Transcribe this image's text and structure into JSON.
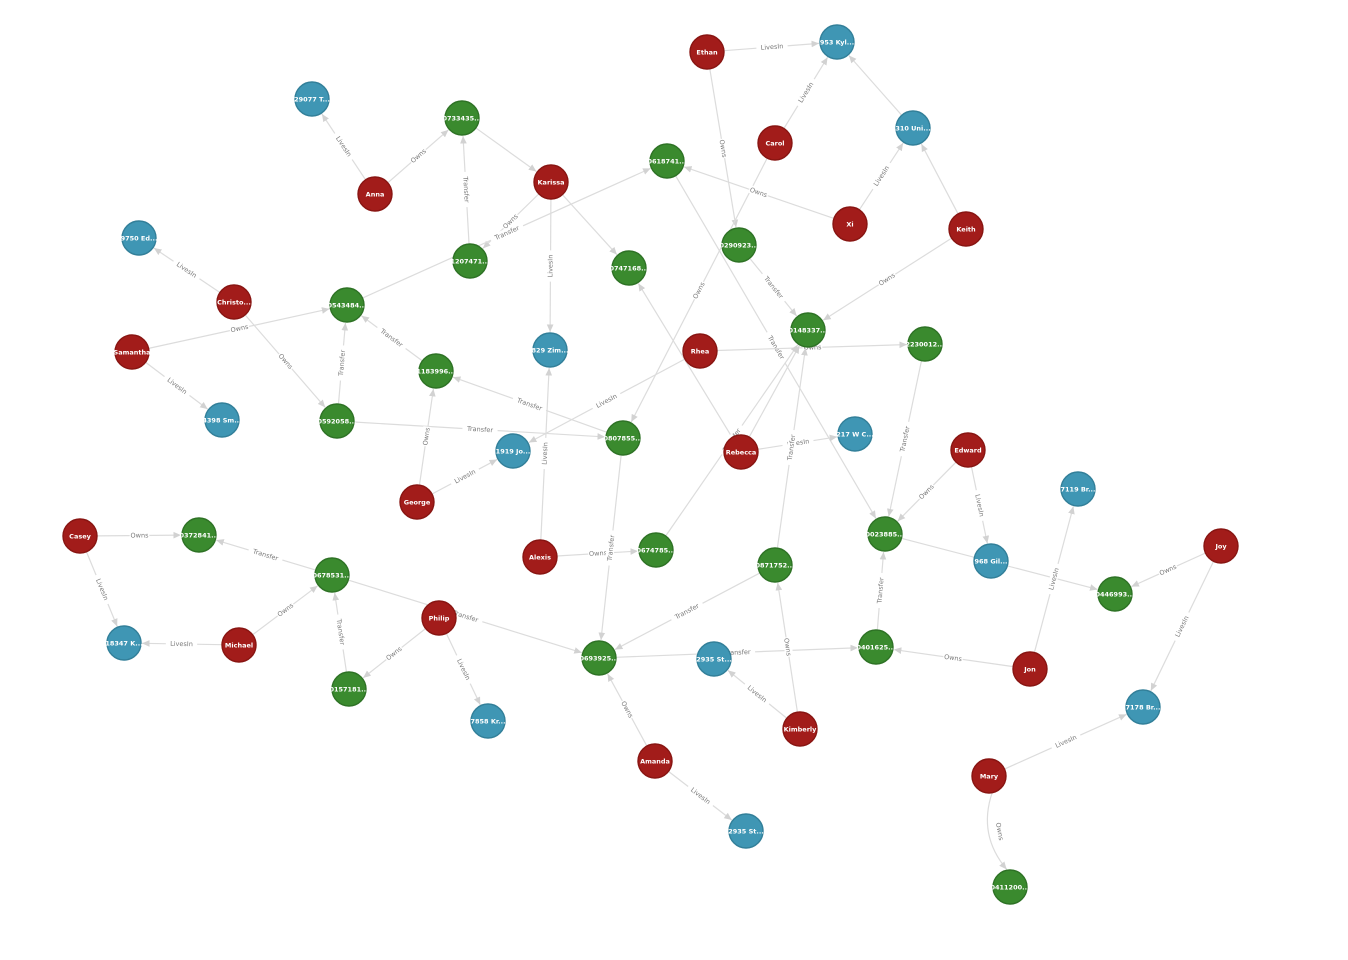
{
  "colors": {
    "person": "#a21c1a",
    "account": "#3a8a2e",
    "address": "#3f96b4",
    "person_stroke": "#881512",
    "account_stroke": "#2e7225",
    "address_stroke": "#327f99",
    "edge": "#dcdcdc",
    "edge_label": "#7a7a7a"
  },
  "nodes": [
    {
      "id": "ethan",
      "type": "person",
      "label": "Ethan"
    },
    {
      "id": "a953",
      "type": "address",
      "label": "953 Kyl..."
    },
    {
      "id": "carol",
      "type": "person",
      "label": "Carol"
    },
    {
      "id": "a310",
      "type": "address",
      "label": "310 Uni..."
    },
    {
      "id": "a29077",
      "type": "address",
      "label": "29077 T..."
    },
    {
      "id": "g0733",
      "type": "account",
      "label": "0733435..."
    },
    {
      "id": "anna",
      "type": "person",
      "label": "Anna"
    },
    {
      "id": "karissa",
      "type": "person",
      "label": "Karissa"
    },
    {
      "id": "g0618",
      "type": "account",
      "label": "0618741..."
    },
    {
      "id": "xi",
      "type": "person",
      "label": "Xi"
    },
    {
      "id": "keith",
      "type": "person",
      "label": "Keith"
    },
    {
      "id": "a9750",
      "type": "address",
      "label": "9750 Ed..."
    },
    {
      "id": "g1207",
      "type": "account",
      "label": "1207471..."
    },
    {
      "id": "g0290",
      "type": "account",
      "label": "0290923..."
    },
    {
      "id": "g0747",
      "type": "account",
      "label": "0747168..."
    },
    {
      "id": "christo",
      "type": "person",
      "label": "Christo..."
    },
    {
      "id": "g0543",
      "type": "account",
      "label": "0543484..."
    },
    {
      "id": "samantha",
      "type": "person",
      "label": "Samantha"
    },
    {
      "id": "g0148",
      "type": "account",
      "label": "0148337..."
    },
    {
      "id": "g2230",
      "type": "account",
      "label": "2230012..."
    },
    {
      "id": "a829",
      "type": "address",
      "label": "829 Zim..."
    },
    {
      "id": "rhea",
      "type": "person",
      "label": "Rhea"
    },
    {
      "id": "g1183",
      "type": "account",
      "label": "1183996..."
    },
    {
      "id": "a4398",
      "type": "address",
      "label": "4398 Sm..."
    },
    {
      "id": "g0592",
      "type": "account",
      "label": "0592058..."
    },
    {
      "id": "g0807",
      "type": "account",
      "label": "0807855..."
    },
    {
      "id": "a1919",
      "type": "address",
      "label": "1919 Jo..."
    },
    {
      "id": "rebecca",
      "type": "person",
      "label": "Rebecca"
    },
    {
      "id": "a217",
      "type": "address",
      "label": "217 W C..."
    },
    {
      "id": "edward",
      "type": "person",
      "label": "Edward"
    },
    {
      "id": "a7119",
      "type": "address",
      "label": "7119 Br..."
    },
    {
      "id": "george",
      "type": "person",
      "label": "George"
    },
    {
      "id": "g0023",
      "type": "account",
      "label": "0023885..."
    },
    {
      "id": "casey",
      "type": "person",
      "label": "Casey"
    },
    {
      "id": "g0372",
      "type": "account",
      "label": "0372841..."
    },
    {
      "id": "alexis",
      "type": "person",
      "label": "Alexis"
    },
    {
      "id": "g0674",
      "type": "account",
      "label": "0674785..."
    },
    {
      "id": "g0871",
      "type": "account",
      "label": "0871752..."
    },
    {
      "id": "a968",
      "type": "address",
      "label": "968 Gil..."
    },
    {
      "id": "joy",
      "type": "person",
      "label": "Joy"
    },
    {
      "id": "g0678",
      "type": "account",
      "label": "0678531..."
    },
    {
      "id": "g0446",
      "type": "account",
      "label": "0446993..."
    },
    {
      "id": "a18347",
      "type": "address",
      "label": "18347 K..."
    },
    {
      "id": "michael",
      "type": "person",
      "label": "Michael"
    },
    {
      "id": "philip",
      "type": "person",
      "label": "Philip"
    },
    {
      "id": "g0693",
      "type": "account",
      "label": "0693925..."
    },
    {
      "id": "a2935a",
      "type": "address",
      "label": "2935 St..."
    },
    {
      "id": "g0401",
      "type": "account",
      "label": "0401625..."
    },
    {
      "id": "jon",
      "type": "person",
      "label": "Jon"
    },
    {
      "id": "g0157",
      "type": "account",
      "label": "0157181..."
    },
    {
      "id": "a7858",
      "type": "address",
      "label": "7858 Kr..."
    },
    {
      "id": "a7178",
      "type": "address",
      "label": "7178 Br..."
    },
    {
      "id": "kimberly",
      "type": "person",
      "label": "Kimberly"
    },
    {
      "id": "amanda",
      "type": "person",
      "label": "Amanda"
    },
    {
      "id": "mary",
      "type": "person",
      "label": "Mary"
    },
    {
      "id": "a2935b",
      "type": "address",
      "label": "2935 St..."
    },
    {
      "id": "g0411",
      "type": "account",
      "label": "0411200..."
    }
  ],
  "edges": [
    {
      "s": "ethan",
      "t": "a953",
      "label": "LivesIn"
    },
    {
      "s": "ethan",
      "t": "g0290",
      "label": "Owns"
    },
    {
      "s": "carol",
      "t": "a953",
      "label": "LivesIn"
    },
    {
      "s": "carol",
      "t": "g0807",
      "label": "Owns"
    },
    {
      "s": "a310",
      "t": "a953",
      "label": ""
    },
    {
      "s": "xi",
      "t": "a310",
      "label": "LivesIn"
    },
    {
      "s": "keith",
      "t": "a310",
      "label": ""
    },
    {
      "s": "anna",
      "t": "a29077",
      "label": "LivesIn"
    },
    {
      "s": "anna",
      "t": "g0733",
      "label": "Owns"
    },
    {
      "s": "g1207",
      "t": "g0733",
      "label": "Transfer"
    },
    {
      "s": "g0733",
      "t": "karissa",
      "label": ""
    },
    {
      "s": "karissa",
      "t": "g1207",
      "label": "Owns"
    },
    {
      "s": "karissa",
      "t": "a829",
      "label": "LivesIn"
    },
    {
      "s": "karissa",
      "t": "g0747",
      "label": ""
    },
    {
      "s": "xi",
      "t": "g0618",
      "label": "Owns"
    },
    {
      "s": "g0618",
      "t": "g0023",
      "label": "Transfer"
    },
    {
      "s": "g0543",
      "t": "g0618",
      "label": "Transfer"
    },
    {
      "s": "g0290",
      "t": "g0148",
      "label": "Transfer"
    },
    {
      "s": "keith",
      "t": "g0148",
      "label": "Owns"
    },
    {
      "s": "rebecca",
      "t": "g0747",
      "label": ""
    },
    {
      "s": "christo",
      "t": "a9750",
      "label": "LivesIn"
    },
    {
      "s": "christo",
      "t": "g0592",
      "label": "Owns"
    },
    {
      "s": "samantha",
      "t": "g0543",
      "label": "Owns"
    },
    {
      "s": "samantha",
      "t": "a4398",
      "label": "LivesIn"
    },
    {
      "s": "g0592",
      "t": "g0543",
      "label": "Transfer"
    },
    {
      "s": "g1183",
      "t": "g0543",
      "label": "Transfer"
    },
    {
      "s": "g0592",
      "t": "g0807",
      "label": "Transfer"
    },
    {
      "s": "g0807",
      "t": "g1183",
      "label": "Transfer"
    },
    {
      "s": "rhea",
      "t": "a1919",
      "label": "LivesIn"
    },
    {
      "s": "rhea",
      "t": "g2230",
      "label": "Owns"
    },
    {
      "s": "george",
      "t": "g1183",
      "label": "Owns"
    },
    {
      "s": "george",
      "t": "a1919",
      "label": "LivesIn"
    },
    {
      "s": "rebecca",
      "t": "g0148",
      "label": ""
    },
    {
      "s": "rebecca",
      "t": "a217",
      "label": "LivesIn"
    },
    {
      "s": "g0871",
      "t": "g0148",
      "label": "Transfer"
    },
    {
      "s": "g2230",
      "t": "g0023",
      "label": "Transfer"
    },
    {
      "s": "edward",
      "t": "g0023",
      "label": "Owns"
    },
    {
      "s": "edward",
      "t": "a968",
      "label": "LivesIn"
    },
    {
      "s": "g0023",
      "t": "g0446",
      "label": ""
    },
    {
      "s": "casey",
      "t": "g0372",
      "label": "Owns"
    },
    {
      "s": "casey",
      "t": "a18347",
      "label": "LivesIn"
    },
    {
      "s": "g0678",
      "t": "g0372",
      "label": "Transfer"
    },
    {
      "s": "michael",
      "t": "a18347",
      "label": "LivesIn"
    },
    {
      "s": "michael",
      "t": "g0678",
      "label": "Owns"
    },
    {
      "s": "g0157",
      "t": "g0678",
      "label": "Transfer"
    },
    {
      "s": "g0678",
      "t": "g0693",
      "label": "Transfer"
    },
    {
      "s": "philip",
      "t": "g0157",
      "label": "Owns"
    },
    {
      "s": "philip",
      "t": "a7858",
      "label": "LivesIn"
    },
    {
      "s": "alexis",
      "t": "a829",
      "label": "LivesIn"
    },
    {
      "s": "alexis",
      "t": "g0674",
      "label": "Owns"
    },
    {
      "s": "g0807",
      "t": "g0693",
      "label": "Transfer"
    },
    {
      "s": "g0674",
      "t": "g0148",
      "label": "Transfer"
    },
    {
      "s": "g0871",
      "t": "g0693",
      "label": "Transfer"
    },
    {
      "s": "g0693",
      "t": "g0401",
      "label": "Transfer"
    },
    {
      "s": "kimberly",
      "t": "g0871",
      "label": "Owns"
    },
    {
      "s": "kimberly",
      "t": "a2935a",
      "label": "LivesIn"
    },
    {
      "s": "g0401",
      "t": "g0023",
      "label": "Transfer"
    },
    {
      "s": "jon",
      "t": "g0401",
      "label": "Owns"
    },
    {
      "s": "jon",
      "t": "a7119",
      "label": "LivesIn"
    },
    {
      "s": "joy",
      "t": "g0446",
      "label": "Owns"
    },
    {
      "s": "joy",
      "t": "a7178",
      "label": "LivesIn"
    },
    {
      "s": "amanda",
      "t": "g0693",
      "label": "Owns"
    },
    {
      "s": "amanda",
      "t": "a2935b",
      "label": "LivesIn"
    },
    {
      "s": "mary",
      "t": "a7178",
      "label": "LivesIn"
    },
    {
      "s": "mary",
      "t": "g0411",
      "label": "Owns",
      "curve": true
    }
  ]
}
